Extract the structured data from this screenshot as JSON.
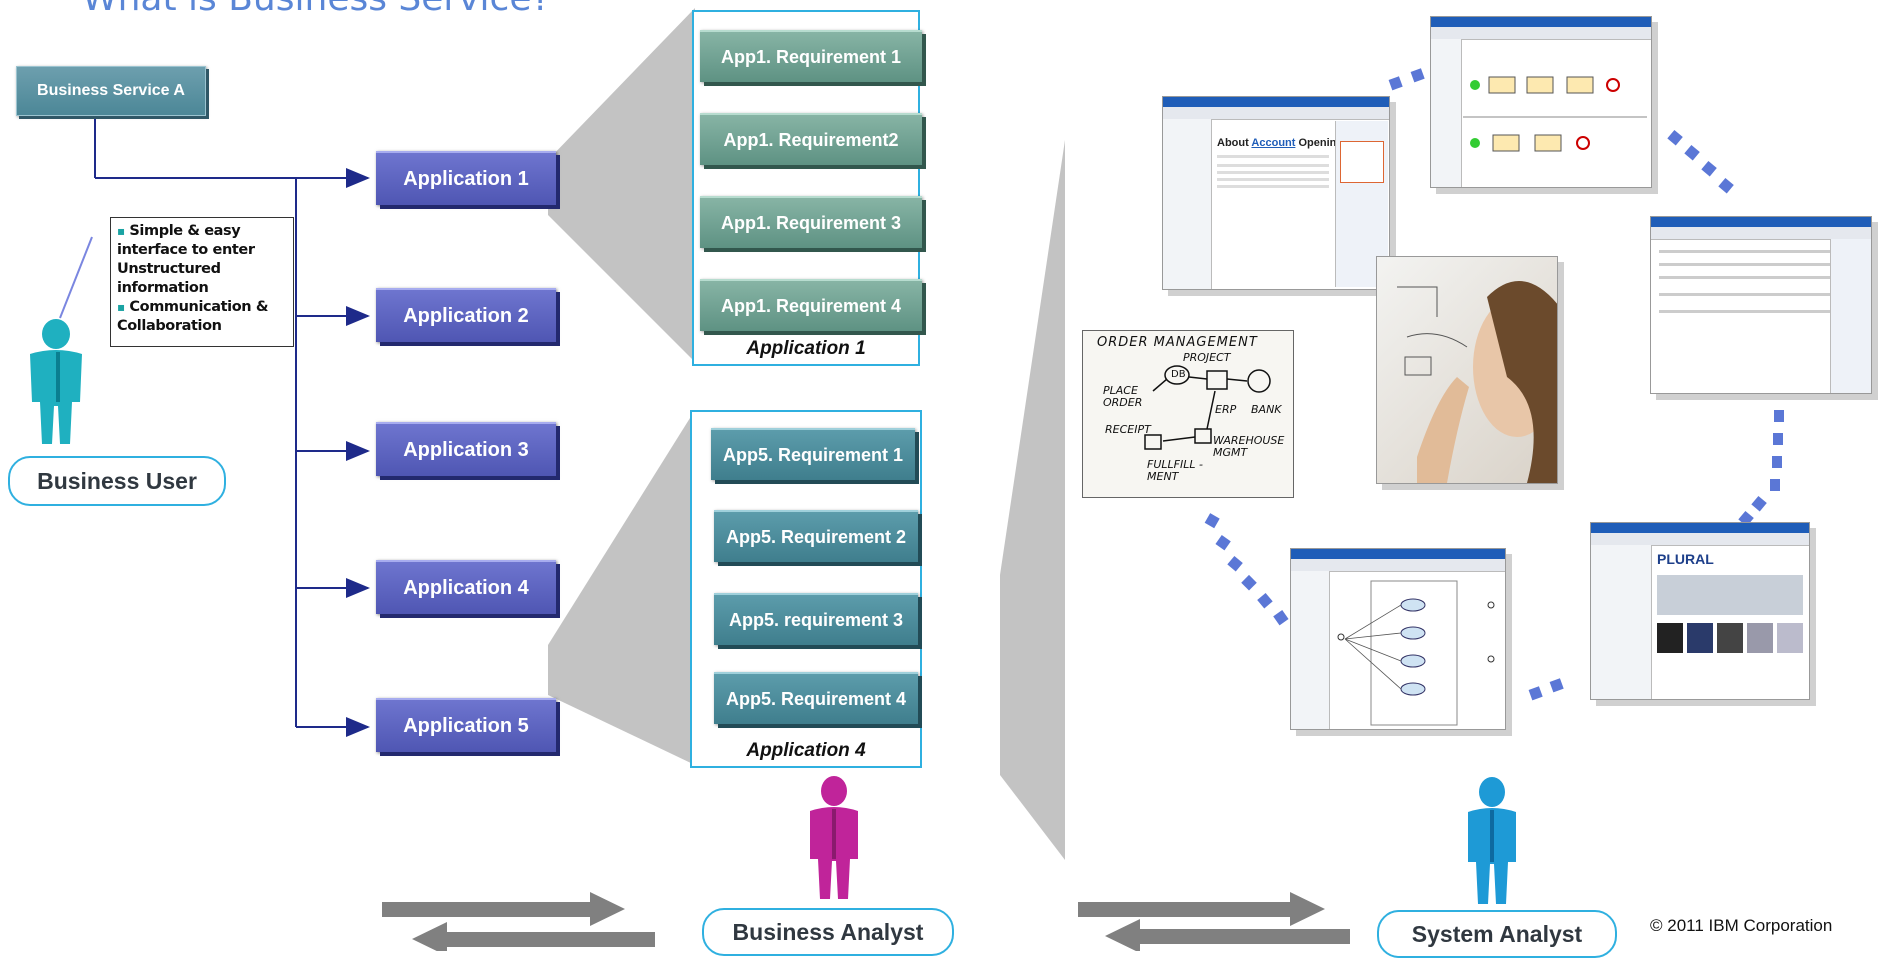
{
  "title": "What is Business Service?",
  "business_service": "Business Service A",
  "notes": {
    "item1": "Simple & easy interface to enter Unstructured information",
    "item2": "Communication & Collaboration"
  },
  "applications": [
    "Application 1",
    "Application 2",
    "Application 3",
    "Application 4",
    "Application 5"
  ],
  "panel1": {
    "requirements": [
      "App1.  Requirement 1",
      "App1. Requirement2",
      "App1.  Requirement 3",
      "App1. Requirement 4"
    ],
    "label": "Application 1"
  },
  "panel2": {
    "requirements": [
      "App5. Requirement 1",
      "App5. Requirement 2",
      "App5. requirement 3",
      "App5. Requirement 4"
    ],
    "label": "Application 4"
  },
  "roles": {
    "business_user": "Business User",
    "business_analyst": "Business Analyst",
    "system_analyst": "System Analyst"
  },
  "screenshot_texts": {
    "article_title_about": "About",
    "article_title_account": "Account",
    "article_title_opening": "Opening",
    "sketch_line1": "ORDER MANAGEMENT",
    "sketch_line2": "PROJECT",
    "sketch_place_order": "PLACE ORDER",
    "sketch_receipt": "RECEIPT",
    "sketch_db": "DB",
    "sketch_erp": "ERP",
    "sketch_bank": "BANK",
    "sketch_warehouse": "WAREHOUSE MGMT",
    "sketch_fulfillment": "FULLFILL -MENT",
    "plural_logo": "PLURAL"
  },
  "copyright": "© 2011 IBM Corporation",
  "colors": {
    "title": "#5a86d6",
    "application_button": "#5b62c0",
    "requirement_green": "#6fa393",
    "requirement_teal": "#4c8d9c",
    "panel_border": "#2fb0e0",
    "connector_line": "#1e2a8a",
    "business_user_figure": "#1fb0c0",
    "business_analyst_figure": "#c0249a",
    "system_analyst_figure": "#1e9ad6",
    "dotted_arc": "#5b77d6"
  },
  "icons": {
    "business_user": "person-icon",
    "business_analyst": "person-icon",
    "system_analyst": "person-icon",
    "flow_arrows": "double-arrow-icon"
  }
}
